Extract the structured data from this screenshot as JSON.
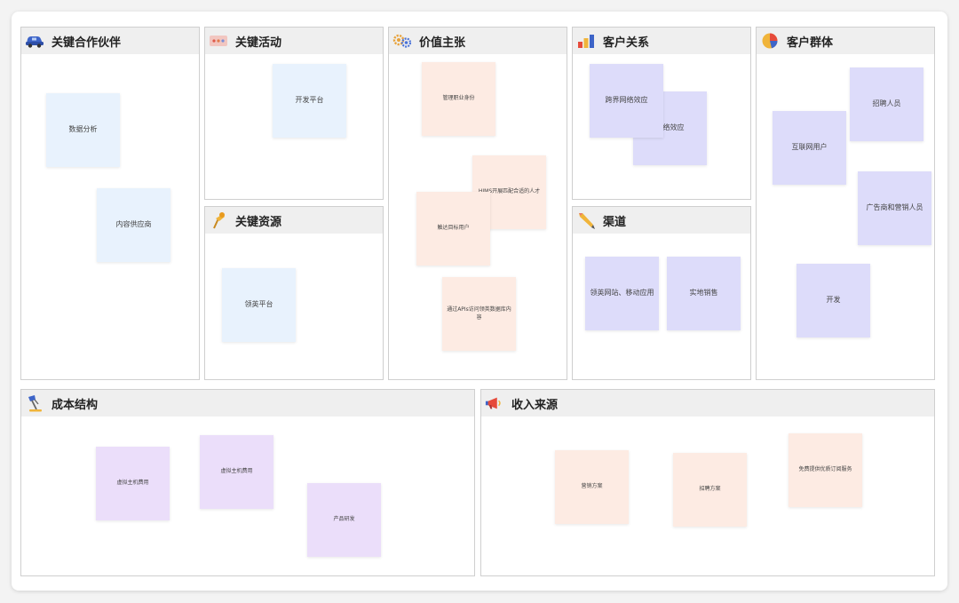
{
  "colors": {
    "blue_note": "#e8f2fd",
    "orange_note": "#fdebe3",
    "lavender_note": "#dddcfa",
    "purple_note": "#ebdefa",
    "header_bg": "#efefef"
  },
  "sections": {
    "key_partners": {
      "title": "关键合作伙伴",
      "icon": "car-icon",
      "notes": [
        "数据分析",
        "内容供应商"
      ]
    },
    "key_activities": {
      "title": "关键活动",
      "icon": "dashboard-icon",
      "notes": [
        "开发平台"
      ]
    },
    "key_resources": {
      "title": "关键资源",
      "icon": "pin-icon",
      "notes": [
        "领英平台"
      ]
    },
    "value_propositions": {
      "title": "价值主张",
      "icon": "gears-icon",
      "notes": [
        "管理职业身份",
        "HIMS开展匹配合适的人才",
        "触达目标用户",
        "通过APIs访问领英数据库内容"
      ]
    },
    "customer_relationships": {
      "title": "客户关系",
      "icon": "bar-chart-icon",
      "notes": [
        "网络效应",
        "跨界网络效应"
      ]
    },
    "channels": {
      "title": "渠道",
      "icon": "pencil-icon",
      "notes": [
        "领英网站、移动应用",
        "实地销售"
      ]
    },
    "customer_segments": {
      "title": "客户群体",
      "icon": "pie-chart-icon",
      "notes": [
        "招聘人员",
        "互联网用户",
        "广告商和营销人员",
        "开发"
      ]
    },
    "cost_structure": {
      "title": "成本结构",
      "icon": "desk-lamp-icon",
      "notes": [
        "虚拟主机费用",
        "虚拟主机费用",
        "产品研发"
      ]
    },
    "revenue_streams": {
      "title": "收入来源",
      "icon": "megaphone-icon",
      "notes": [
        "营销方案",
        "招聘方案",
        "免费提供优质订阅服务"
      ]
    }
  }
}
